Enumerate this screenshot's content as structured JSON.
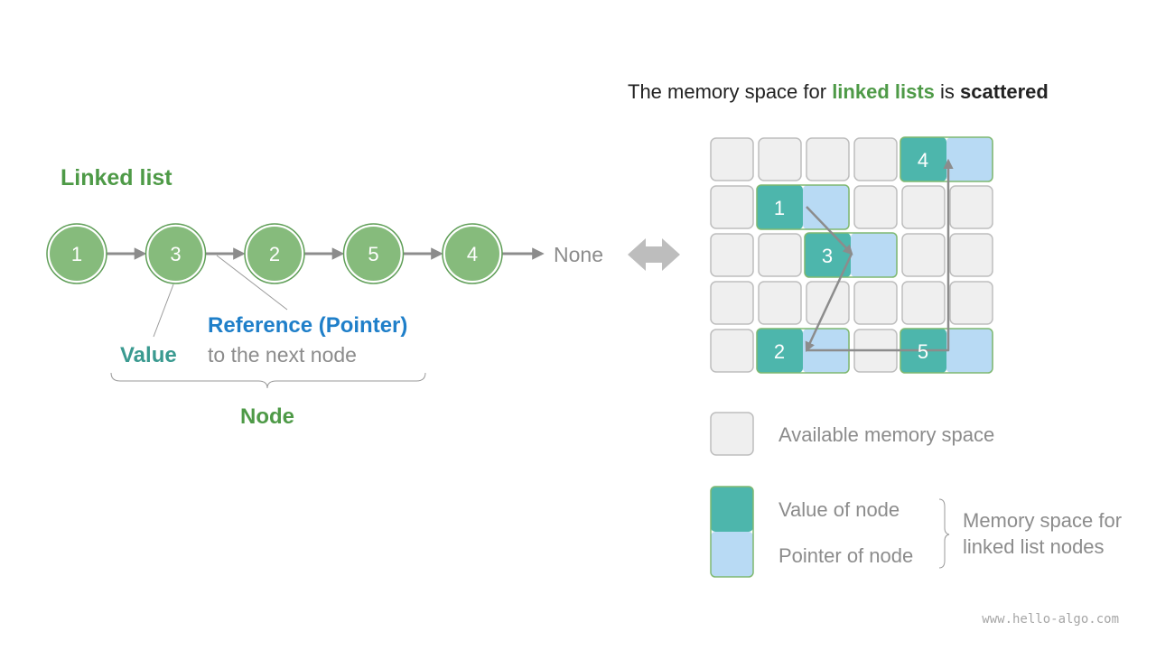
{
  "colors": {
    "node_fill": "#86bb7c",
    "node_stroke": "#5f9e57",
    "green_text": "#4e9a47",
    "teal_text": "#3a9a90",
    "blue_text": "#1f7fc9",
    "gray_text": "#8c8c8c",
    "arrow": "#8c8c8c",
    "cell_fill": "#efefef",
    "cell_stroke": "#bdbdbd",
    "value_fill": "#4db6ac",
    "pointer_fill": "#b8daf4",
    "block_stroke": "#7fb870",
    "double_arrow": "#bdbdbd"
  },
  "linked_list": {
    "title": "Linked list",
    "nodes": [
      "1",
      "3",
      "2",
      "5",
      "4"
    ],
    "none_label": "None",
    "value_label": "Value",
    "reference_label": "Reference (Pointer)",
    "reference_sub": "to the next node",
    "node_label": "Node"
  },
  "memory": {
    "title_prefix": "The memory space for ",
    "title_highlight": "linked lists",
    "title_mid": " is ",
    "title_bold": "scattered",
    "rows": 5,
    "cols": 6,
    "nodes": [
      {
        "value": "1",
        "row": 1,
        "col": 1
      },
      {
        "value": "3",
        "row": 2,
        "col": 2
      },
      {
        "value": "2",
        "row": 4,
        "col": 1
      },
      {
        "value": "5",
        "row": 4,
        "col": 4
      },
      {
        "value": "4",
        "row": 0,
        "col": 4
      }
    ]
  },
  "legend": {
    "available": "Available memory space",
    "value": "Value of node",
    "pointer": "Pointer of node",
    "group_line1": "Memory space for",
    "group_line2": "linked list nodes"
  },
  "watermark": "www.hello-algo.com"
}
